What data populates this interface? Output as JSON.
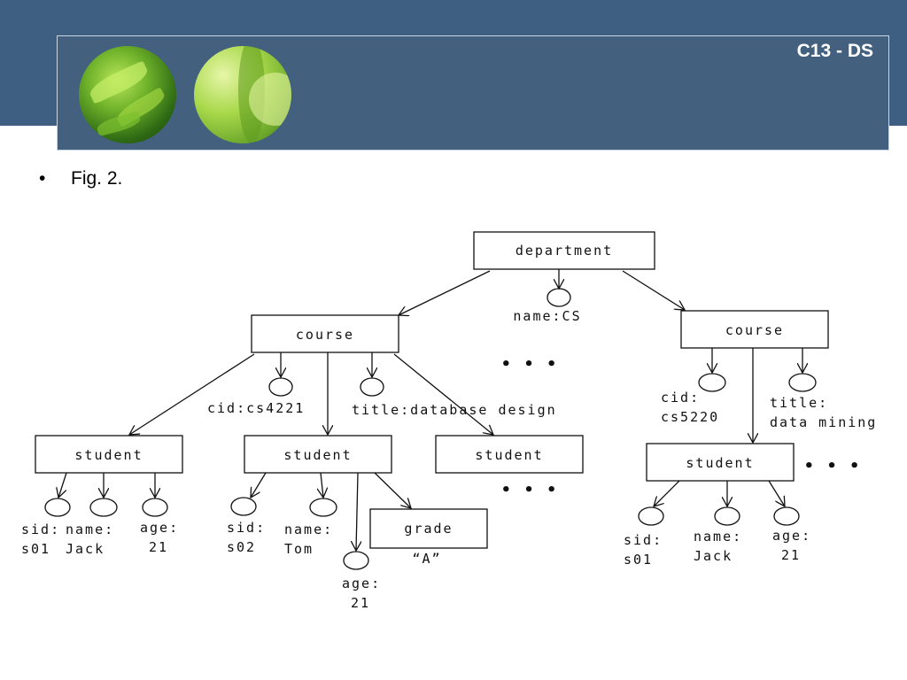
{
  "header": {
    "slide_title": "C13 - DS"
  },
  "content": {
    "bullet": "•",
    "caption": "Fig. 2."
  },
  "diagram": {
    "department": "department",
    "dept_name": "name:CS",
    "course1": "course",
    "course1_cid": "cid:cs4221",
    "course1_title": "title:database design",
    "student1": "student",
    "s1_sid_a": "sid:",
    "s1_sid_b": "s01",
    "s1_name_a": "name:",
    "s1_name_b": "Jack",
    "s1_age_a": "age:",
    "s1_age_b": "21",
    "student2": "student",
    "s2_sid_a": "sid:",
    "s2_sid_b": "s02",
    "s2_name_a": "name:",
    "s2_name_b": "Tom",
    "s2_age_a": "age:",
    "s2_age_b": "21",
    "grade": "grade",
    "grade_value": "“A”",
    "student3": "student",
    "ellipsis": "• • •",
    "course2": "course",
    "course2_cid_a": "cid:",
    "course2_cid_b": "cs5220",
    "course2_title_a": "title:",
    "course2_title_b": "data mining",
    "student4": "student",
    "s4_sid_a": "sid:",
    "s4_sid_b": "s01",
    "s4_name_a": "name:",
    "s4_name_b": "Jack",
    "s4_age_a": "age:",
    "s4_age_b": "21"
  }
}
